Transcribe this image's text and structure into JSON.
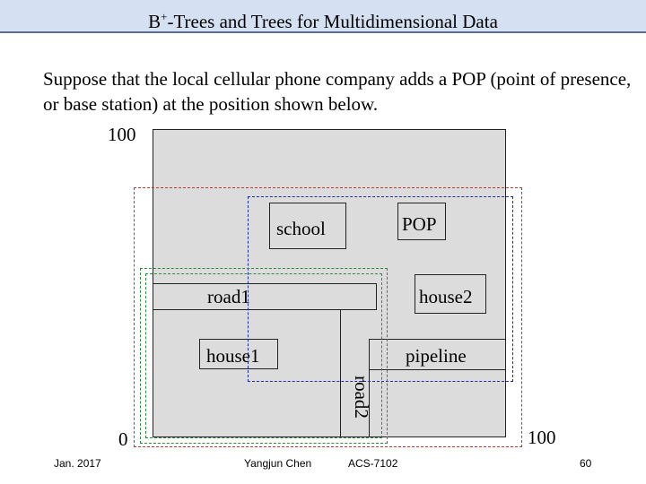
{
  "slide": {
    "title_prefix": "B",
    "title_sup": "+",
    "title_suffix": "-Trees and Trees for Multidimensional Data",
    "intro": "Suppose that the local cellular phone company adds a POP (point of presence, or base station) at the position shown below."
  },
  "diagram": {
    "axis_max_y": "100",
    "axis_min": "0",
    "axis_max_x": "100",
    "objects": {
      "school": "school",
      "pop": "POP",
      "road1": "road1",
      "house2": "house2",
      "house1": "house1",
      "pipeline": "pipeline",
      "road2": "road2"
    },
    "colors": {
      "space_fill": "#dcdcdc",
      "mbr_red": "#c0392b",
      "mbr_blue": "#1f2e9e",
      "mbr_green": "#2e8b3a",
      "title_bar": "#d5e1f2"
    }
  },
  "footer": {
    "date": "Jan. 2017",
    "author": "Yangjun Chen",
    "course": "ACS-7102",
    "page": "60"
  }
}
